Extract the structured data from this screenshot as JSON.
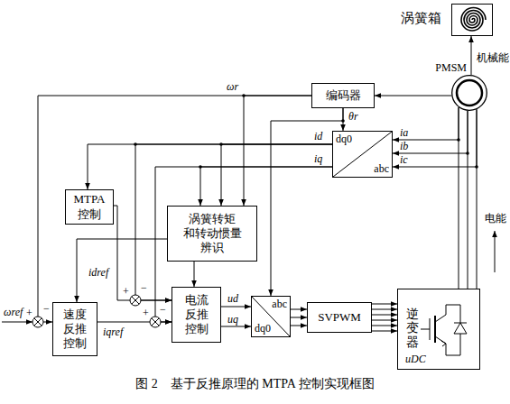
{
  "diagram": {
    "caption": "图 2　基于反推原理的 MTPA 控制实现框图",
    "nodes": [
      {
        "text": [
          "涡簧箱"
        ]
      },
      {
        "text": [
          "PMSM"
        ]
      },
      {
        "text": [
          "编码器"
        ]
      },
      {
        "text": [
          "dq0",
          "abc"
        ]
      },
      {
        "text": [
          "MTPA 控制"
        ]
      },
      {
        "text": [
          "涡簧转矩 和转动惯量 辨识"
        ]
      },
      {
        "text": [
          "速度 反推 控制"
        ]
      },
      {
        "text": [
          "电流 反推 控制"
        ]
      },
      {
        "text": [
          "abc",
          "dq0"
        ]
      },
      {
        "text": [
          "SVPWM"
        ]
      },
      {
        "text": [
          "逆变器"
        ]
      }
    ],
    "edges": [
      {
        "from": 1,
        "to": 0,
        "arrow": "to",
        "label": "机械能"
      },
      {
        "from": 1,
        "to": 2,
        "arrow": "to"
      },
      {
        "from": 2,
        "to": 3,
        "arrow": "to",
        "label": "θr"
      },
      {
        "from": 1,
        "to": 3,
        "arrow": "to",
        "label": "ia"
      },
      {
        "from": 1,
        "to": 3,
        "arrow": "to",
        "label": "ib"
      },
      {
        "from": 1,
        "to": 3,
        "arrow": "to",
        "label": "ic"
      },
      {
        "from": 2,
        "to": 6,
        "arrow": "to",
        "label": "ωr"
      },
      {
        "from": 2,
        "to": 5,
        "arrow": "to"
      },
      {
        "from": 3,
        "to": 5,
        "arrow": "to",
        "label": "id"
      },
      {
        "from": 3,
        "to": 5,
        "arrow": "to",
        "label": "iq"
      },
      {
        "from": 3,
        "to": 4,
        "arrow": "to"
      },
      {
        "from": 3,
        "to": 7,
        "arrow": "to"
      },
      {
        "from": 3,
        "to": 7,
        "arrow": "to"
      },
      {
        "from": 5,
        "to": 6,
        "arrow": "to"
      },
      {
        "from": 5,
        "to": 7,
        "arrow": "to"
      },
      {
        "from": 4,
        "to": 7,
        "arrow": "to",
        "label": "idref"
      },
      {
        "from": 6,
        "to": 7,
        "arrow": "to",
        "label": "iqref"
      },
      {
        "from": 7,
        "to": 8,
        "arrow": "to",
        "label": "ud"
      },
      {
        "from": 7,
        "to": 8,
        "arrow": "to",
        "label": "uq"
      },
      {
        "from": 2,
        "to": 8,
        "arrow": "to"
      },
      {
        "from": 8,
        "to": 9,
        "arrow": "to"
      },
      {
        "from": 8,
        "to": 9,
        "arrow": "to"
      },
      {
        "from": 8,
        "to": 9,
        "arrow": "to"
      },
      {
        "from": 9,
        "to": 10,
        "arrow": "to"
      },
      {
        "from": 10,
        "to": 1,
        "arrow": "none"
      }
    ],
    "labels": [
      "ωref",
      "+",
      "−",
      "+",
      "−",
      "+",
      "−",
      "uDC",
      "电能"
    ]
  }
}
